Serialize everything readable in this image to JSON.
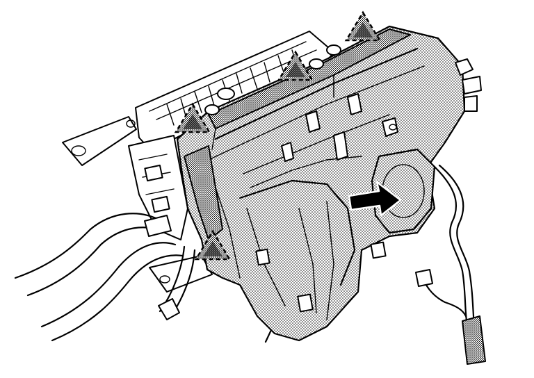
{
  "diagram": {
    "colors": {
      "line": "#000000",
      "background": "#ffffff",
      "stipple": "#000000"
    },
    "callouts": [
      {
        "name": "bolt-marker-1",
        "icon": "dashed-triangle-icon"
      },
      {
        "name": "bolt-marker-2",
        "icon": "dashed-triangle-icon"
      },
      {
        "name": "bolt-marker-3",
        "icon": "dashed-triangle-icon"
      },
      {
        "name": "bolt-marker-4",
        "icon": "dashed-triangle-icon"
      }
    ],
    "direction_arrow": {
      "icon": "removal-arrow-icon"
    }
  }
}
